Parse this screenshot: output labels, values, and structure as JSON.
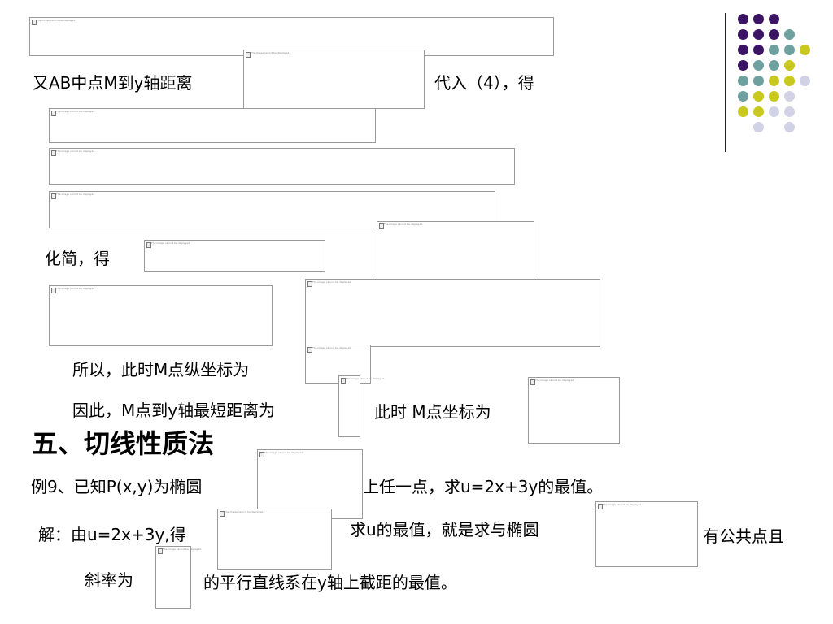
{
  "slide": {
    "lines": {
      "midpoint_distance": "又AB中点M到y轴距离",
      "substitute": "代入（4），得",
      "simplify": "化简，得",
      "so_y_coord": "所以，此时M点纵坐标为",
      "therefore_min": "因此，M点到y轴最短距离为",
      "coord_is": "此时 M点坐标为",
      "heading": "五、切线性质法",
      "example": "例9、已知P(x,y)为椭圆",
      "any_point": "上任一点，求u=2x+3y的最值。",
      "solution": "解：由u=2x+3y,得",
      "seek_u": "求u的最值，就是求与椭圆",
      "common_point": "有公共点且",
      "slope": "斜率为",
      "parallel_lines": "的平行直线系在y轴上截距的最值。"
    },
    "placeholder_caption": "The image cannot be displayed."
  },
  "decor": {
    "colors": {
      "purple": "#3c1464",
      "teal": "#6fa0a0",
      "yellow": "#c8c81e",
      "lavender": "#d2d2e6",
      "rule": "#222222"
    }
  }
}
